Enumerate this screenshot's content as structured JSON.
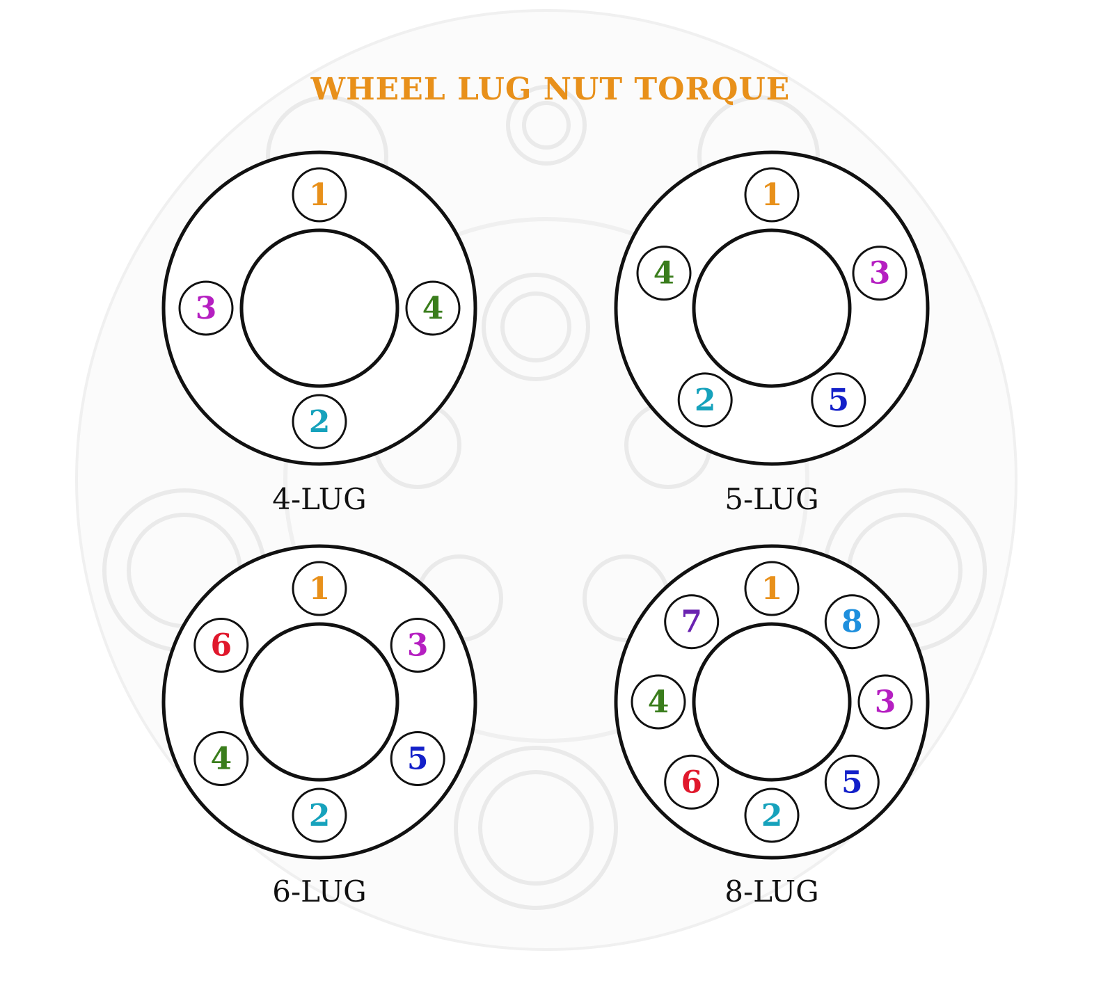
{
  "title": "WHEEL LUG NUT TORQUE",
  "colors": {
    "title": "#E8901A",
    "outline": "#111111",
    "watermark": "#EEEEEE"
  },
  "watermark_icon": "wheel-spacer-watermark",
  "diagrams": [
    {
      "label": "4-LUG",
      "lug_count": 4,
      "lugs": [
        {
          "number": "1",
          "color": "#E8901A"
        },
        {
          "number": "4",
          "color": "#3A7D1C"
        },
        {
          "number": "2",
          "color": "#16A2BC"
        },
        {
          "number": "3",
          "color": "#B51FC1"
        }
      ]
    },
    {
      "label": "5-LUG",
      "lug_count": 5,
      "lugs": [
        {
          "number": "1",
          "color": "#E8901A"
        },
        {
          "number": "3",
          "color": "#B51FC1"
        },
        {
          "number": "5",
          "color": "#1320C9"
        },
        {
          "number": "2",
          "color": "#16A2BC"
        },
        {
          "number": "4",
          "color": "#3A7D1C"
        }
      ]
    },
    {
      "label": "6-LUG",
      "lug_count": 6,
      "lugs": [
        {
          "number": "1",
          "color": "#E8901A"
        },
        {
          "number": "3",
          "color": "#B51FC1"
        },
        {
          "number": "5",
          "color": "#1320C9"
        },
        {
          "number": "2",
          "color": "#16A2BC"
        },
        {
          "number": "4",
          "color": "#3A7D1C"
        },
        {
          "number": "6",
          "color": "#E0182C"
        }
      ]
    },
    {
      "label": "8-LUG",
      "lug_count": 8,
      "lugs": [
        {
          "number": "1",
          "color": "#E8901A"
        },
        {
          "number": "8",
          "color": "#1E8FDD"
        },
        {
          "number": "3",
          "color": "#B51FC1"
        },
        {
          "number": "5",
          "color": "#1320C9"
        },
        {
          "number": "2",
          "color": "#16A2BC"
        },
        {
          "number": "6",
          "color": "#E0182C"
        },
        {
          "number": "4",
          "color": "#3A7D1C"
        },
        {
          "number": "7",
          "color": "#6A23B0"
        }
      ]
    }
  ]
}
